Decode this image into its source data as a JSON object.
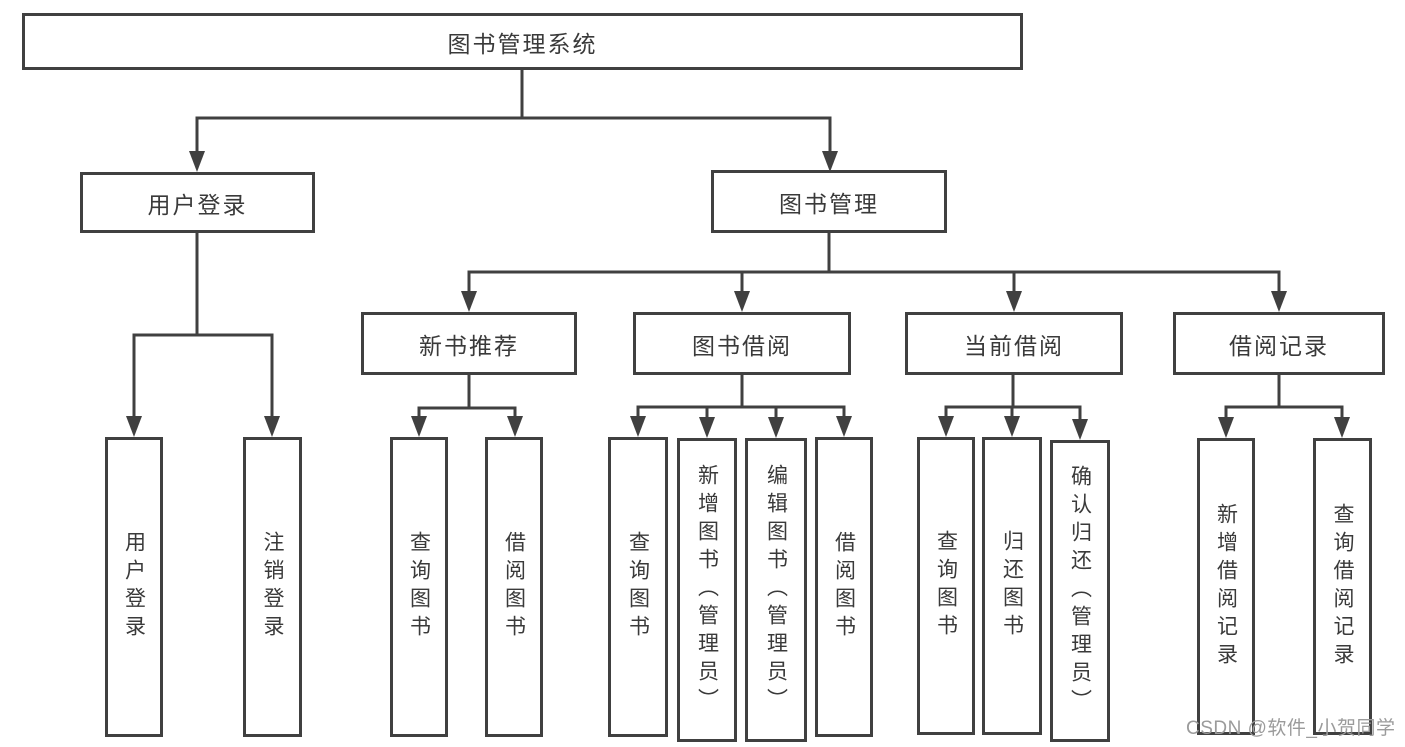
{
  "tree": {
    "label": "图书管理系统",
    "children": [
      {
        "label": "用户登录",
        "children": [
          {
            "label": "用户登录"
          },
          {
            "label": "注销登录"
          }
        ]
      },
      {
        "label": "图书管理",
        "children": [
          {
            "label": "新书推荐",
            "children": [
              {
                "label": "查询图书"
              },
              {
                "label": "借阅图书"
              }
            ]
          },
          {
            "label": "图书借阅",
            "children": [
              {
                "label": "查询图书"
              },
              {
                "label": "新增图书（管理员）"
              },
              {
                "label": "编辑图书（管理员）"
              },
              {
                "label": "借阅图书"
              }
            ]
          },
          {
            "label": "当前借阅",
            "children": [
              {
                "label": "查询图书"
              },
              {
                "label": "归还图书"
              },
              {
                "label": "确认归还（管理员）"
              }
            ]
          },
          {
            "label": "借阅记录",
            "children": [
              {
                "label": "新增借阅记录"
              },
              {
                "label": "查询借阅记录"
              }
            ]
          }
        ]
      }
    ]
  },
  "watermark": {
    "text": "CSDN @软件_小贺同学"
  },
  "colors": {
    "line": "#404040",
    "box_background": "#ffffff",
    "text": "#3a3a3a",
    "watermark": "#9b9b9b",
    "background": "#ffffff"
  }
}
